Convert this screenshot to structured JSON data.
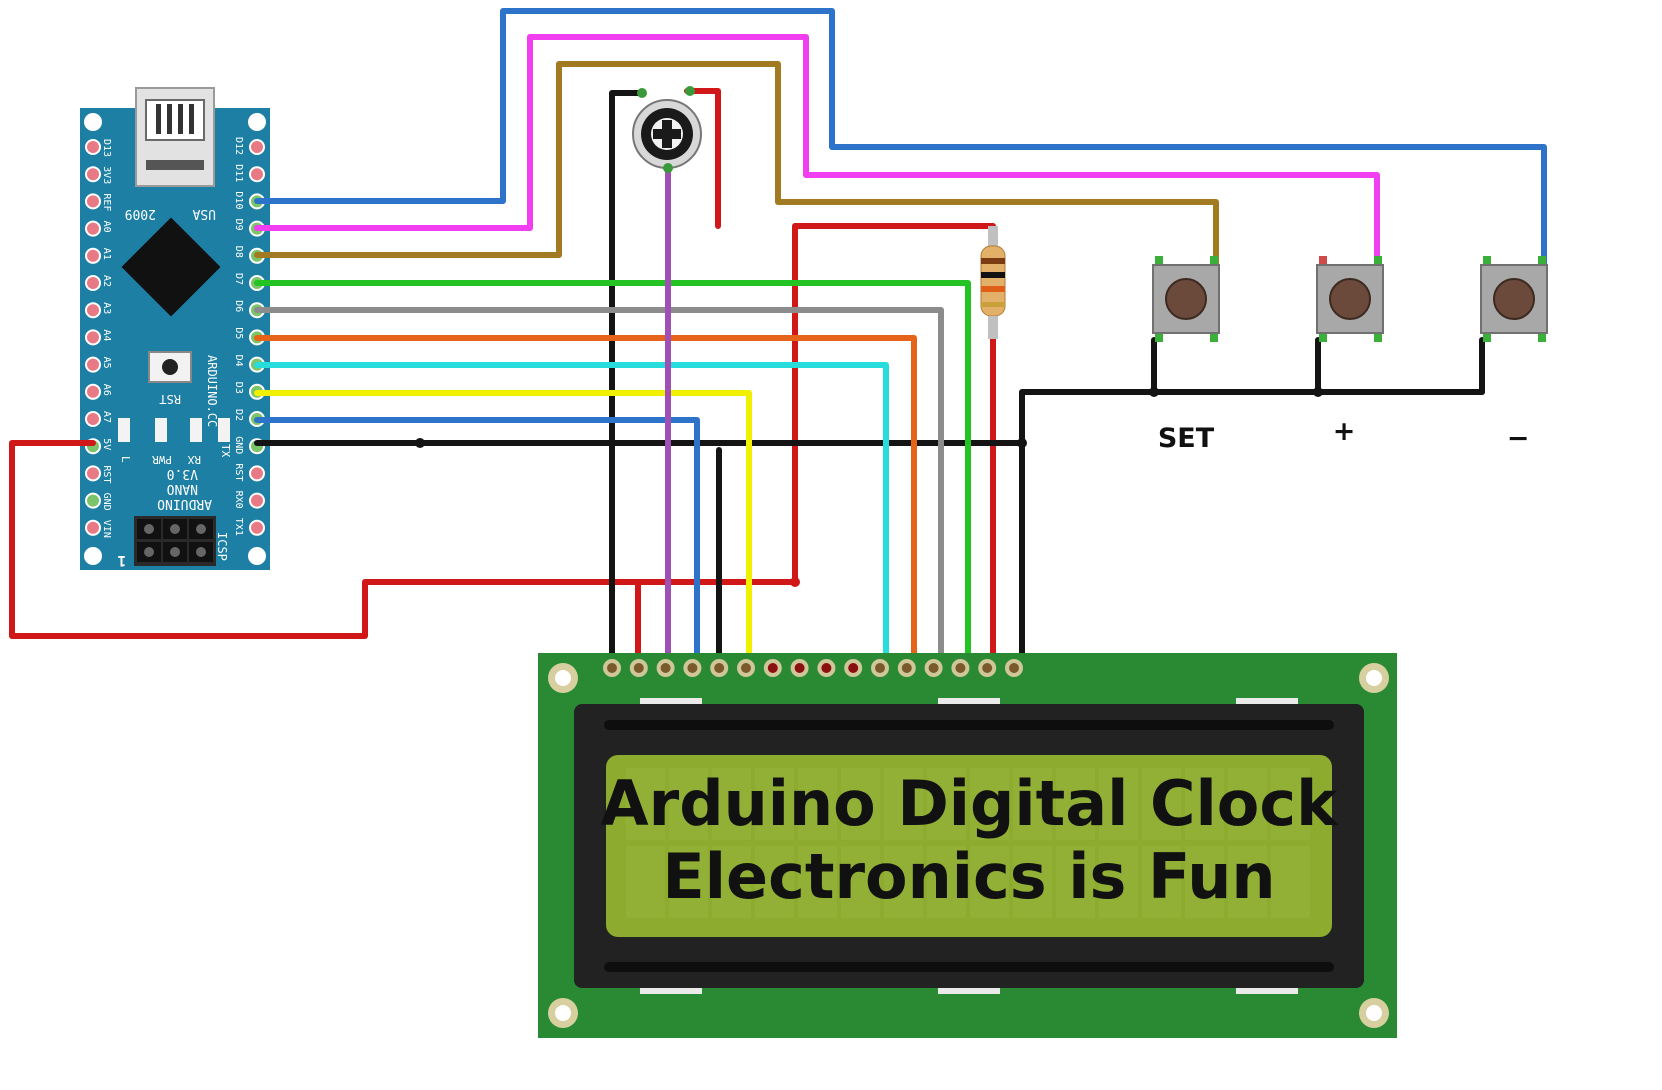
{
  "nano": {
    "left_pins": [
      "D13",
      "3V3",
      "REF",
      "A0",
      "A1",
      "A2",
      "A3",
      "A4",
      "A5",
      "A6",
      "A7",
      "5V",
      "RST",
      "GND",
      "VIN"
    ],
    "right_pins": [
      "D12",
      "D11",
      "D10",
      "D9",
      "D8",
      "D7",
      "D6",
      "D5",
      "D4",
      "D3",
      "D2",
      "GND",
      "RST",
      "RX0",
      "TX1"
    ],
    "texts": {
      "usa": "USA",
      "year": "2009",
      "rst": "RST",
      "arduino_cc": "ARDUINO.CC",
      "version": "V3.0",
      "nano": "NANO",
      "arduino": "ARDUINO",
      "icsp": "ICSP",
      "led_l": "L",
      "led_pwr": "PWR",
      "led_rx": "RX",
      "led_tx": "TX",
      "one": "1"
    }
  },
  "lcd": {
    "line1": "Arduino Digital Clock",
    "line2": "Electronics is Fun"
  },
  "buttons": [
    {
      "label": "SET"
    },
    {
      "label": "+"
    },
    {
      "label": "−"
    }
  ],
  "colors": {
    "pcb_blue": "#1e7fa4",
    "lcd_pcb_green": "#2a8a34",
    "lcd_screen": "#8cab2f",
    "wire_red": "#d01818",
    "wire_black": "#141414",
    "wire_blue": "#2d73c9",
    "wire_magenta": "#f03ef0",
    "wire_brown": "#a27a22",
    "wire_green": "#22c322",
    "wire_gray": "#8c8c8c",
    "wire_orange": "#e6641a",
    "wire_cyan": "#28dcdc",
    "wire_yellow": "#f0f000",
    "wire_purple": "#a050b4"
  }
}
